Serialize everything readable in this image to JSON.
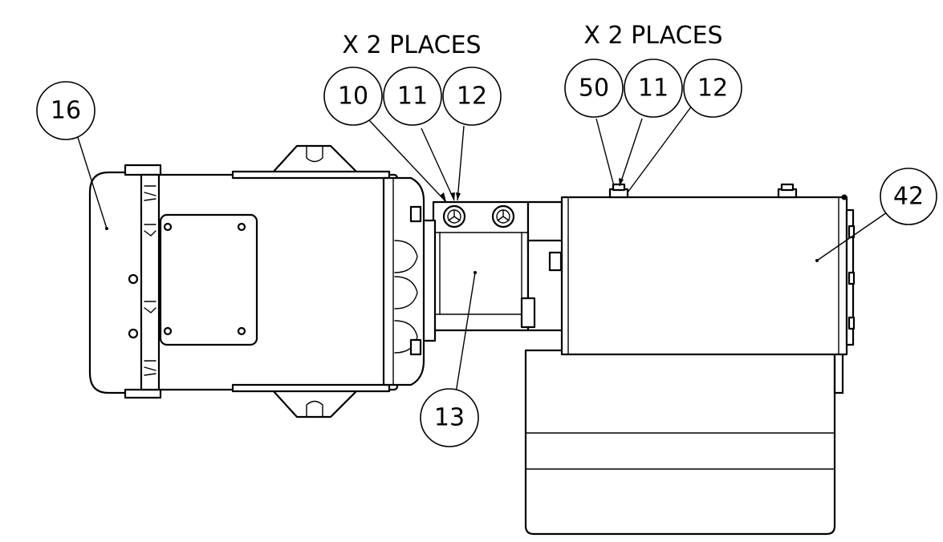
{
  "notes": {
    "left_group": "X 2 PLACES",
    "right_group": "X 2 PLACES"
  },
  "balloons": {
    "b16": "16",
    "b10": "10",
    "b11a": "11",
    "b12a": "12",
    "b50": "50",
    "b11b": "11",
    "b12b": "12",
    "b42": "42",
    "b13": "13"
  },
  "colors": {
    "line": "#000000",
    "background": "#ffffff"
  }
}
